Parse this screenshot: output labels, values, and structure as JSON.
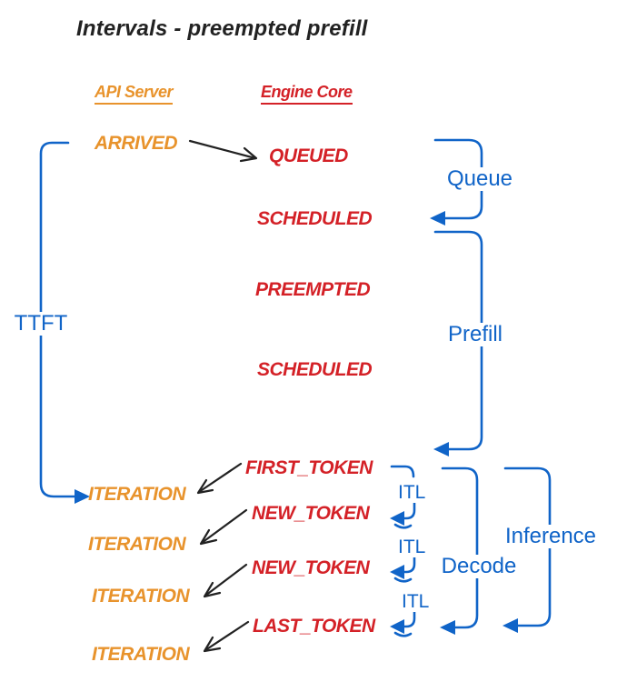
{
  "title": "Intervals - preempted prefill",
  "columns": {
    "api_server": "API Server",
    "engine_core": "Engine Core"
  },
  "api_events": {
    "arrived": "ARRIVED",
    "iteration_1": "ITERATION",
    "iteration_2": "ITERATION",
    "iteration_3": "ITERATION",
    "iteration_4": "ITERATION"
  },
  "engine_events": {
    "queued": "QUEUED",
    "scheduled_1": "SCHEDULED",
    "preempted": "PREEMPTED",
    "scheduled_2": "SCHEDULED",
    "first_token": "FIRST_TOKEN",
    "new_token_1": "NEW_TOKEN",
    "new_token_2": "NEW_TOKEN",
    "last_token": "LAST_TOKEN"
  },
  "intervals": {
    "ttft": "TTFT",
    "queue": "Queue",
    "prefill": "Prefill",
    "decode": "Decode",
    "inference": "Inference",
    "itl_1": "ITL",
    "itl_2": "ITL",
    "itl_3": "ITL"
  },
  "colors": {
    "blue": "#1064C8",
    "red": "#D42127",
    "orange": "#E8932C",
    "ink": "#222222",
    "background": "#FFFFFF"
  }
}
